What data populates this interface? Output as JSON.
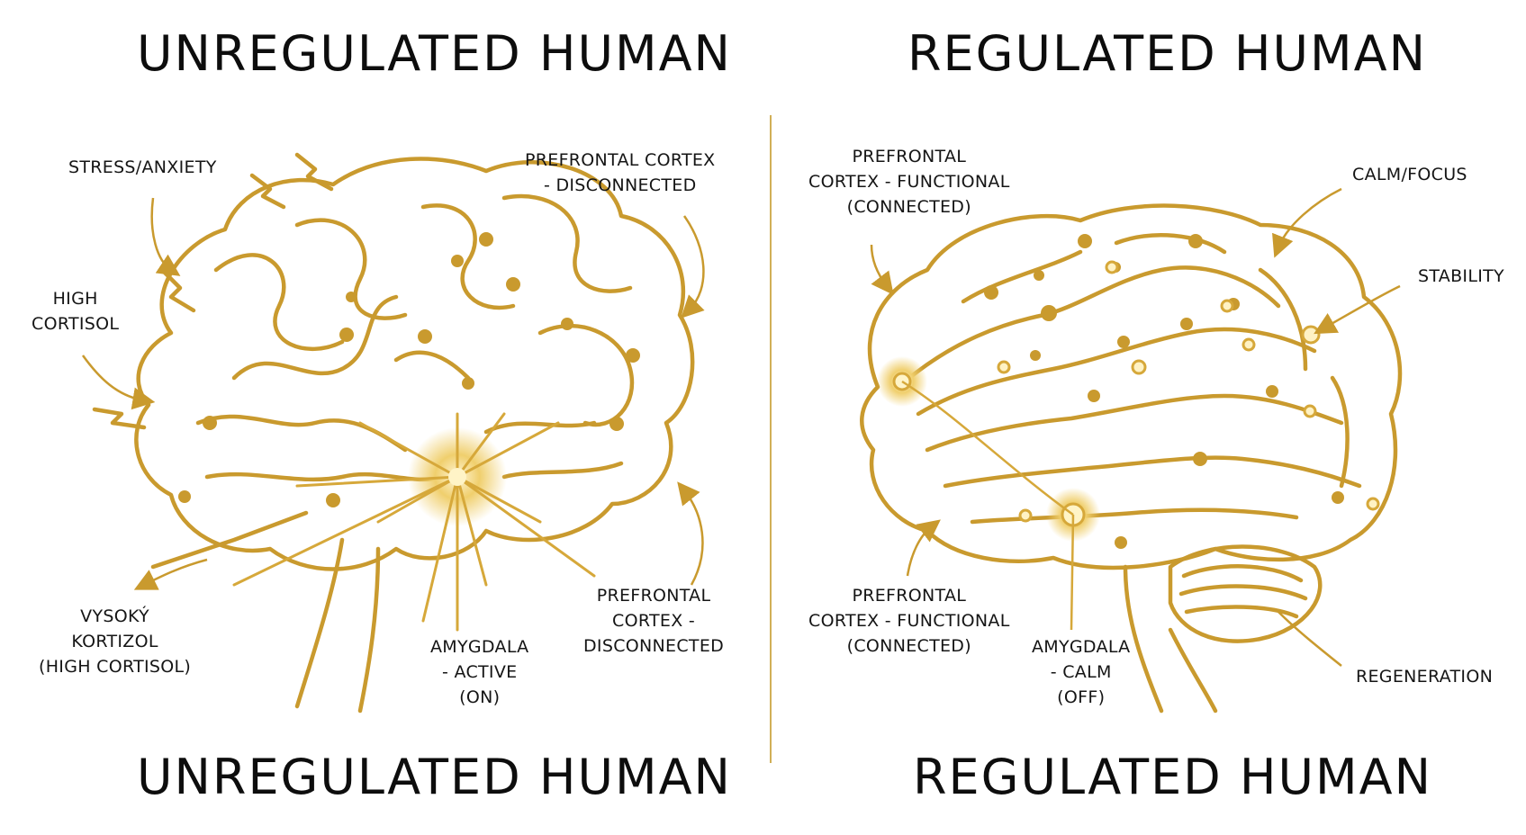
{
  "left": {
    "title_top": "UNREGULATED HUMAN",
    "title_bottom": "UNREGULATED HUMAN",
    "labels": {
      "stress": [
        "STRESS/ANXIETY"
      ],
      "high_cortisol": [
        "HIGH",
        "CORTISOL"
      ],
      "vysoky": [
        "VYSOKÝ",
        "KORTIZOL",
        "(HIGH CORTISOL)"
      ],
      "amygdala": [
        "AMYGDALA",
        "- ACTIVE",
        "(ON)"
      ],
      "pfc_top": [
        "PREFRONTAL CORTEX",
        "- DISCONNECTED"
      ],
      "pfc_bottom": [
        "PREFRONTAL",
        "CORTEX -",
        "DISCONNECTED"
      ]
    }
  },
  "right": {
    "title_top": "REGULATED HUMAN",
    "title_bottom": "REGULATED HUMAN",
    "labels": {
      "pfc_top": [
        "PREFRONTAL",
        "CORTEX - FUNCTIONAL",
        "(CONNECTED)"
      ],
      "calm_focus": [
        "CALM/FOCUS"
      ],
      "stability": [
        "STABILITY"
      ],
      "pfc_bottom": [
        "PREFRONTAL",
        "CORTEX - FUNCTIONAL",
        "(CONNECTED)"
      ],
      "amygdala": [
        "AMYGDALA",
        "- CALM",
        "(OFF)"
      ],
      "regeneration": [
        "REGENERATION"
      ]
    }
  },
  "colors": {
    "gold": "#c99a2e",
    "gold_light": "#e8c460",
    "text": "#151515"
  }
}
